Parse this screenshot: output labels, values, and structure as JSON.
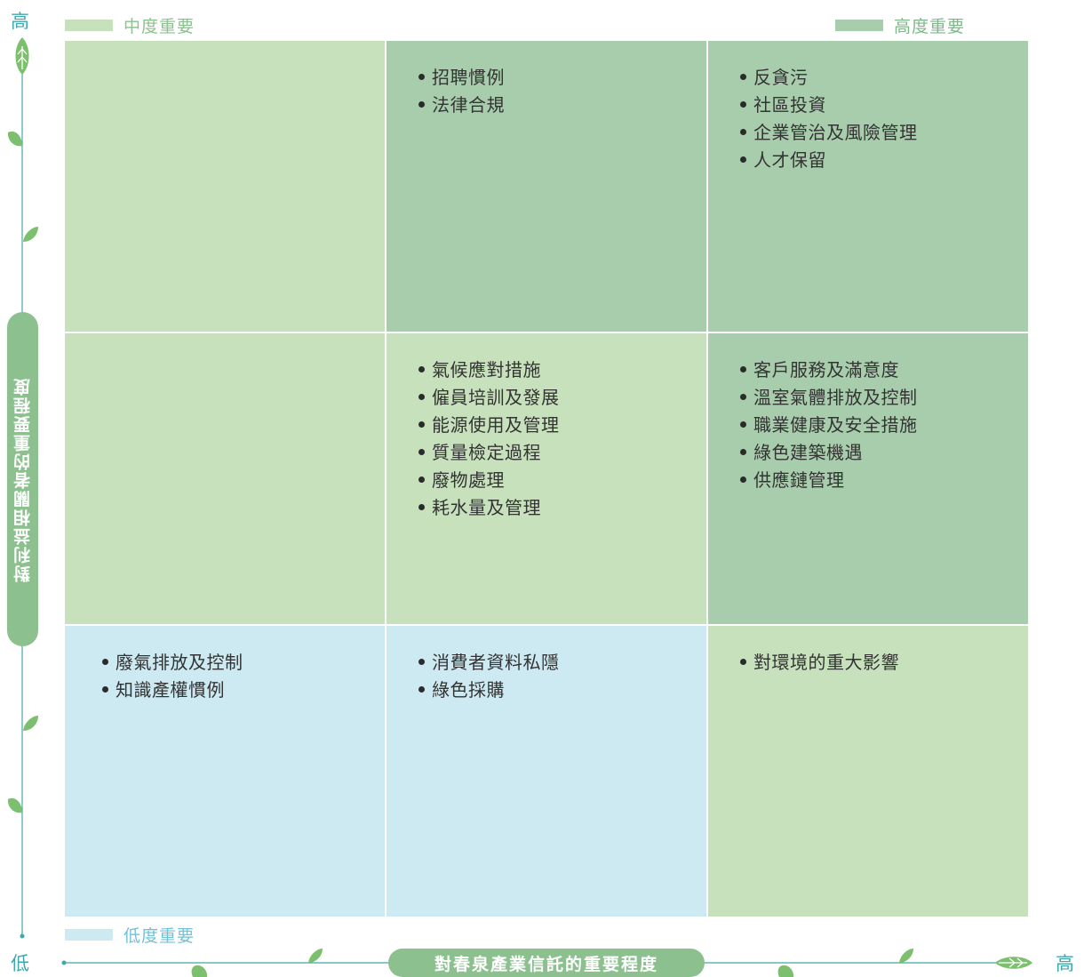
{
  "chart_data": {
    "type": "table",
    "title": "",
    "ylabel": "對利益相關者的重要程度",
    "xlabel": "對春泉產業信託的重要程度",
    "y_axis_high": "高",
    "y_axis_low": "低",
    "x_axis_high": "高",
    "legend": [
      {
        "label": "中度重要",
        "color": "#c8e1bd"
      },
      {
        "label": "高度重要",
        "color": "#a8cdac"
      },
      {
        "label": "低度重要",
        "color": "#cdeaf2"
      }
    ],
    "cells": [
      {
        "row": 0,
        "col": 0,
        "level": "medium",
        "color": "#c8e1bd",
        "items": []
      },
      {
        "row": 0,
        "col": 1,
        "level": "high",
        "color": "#a8cdac",
        "items": [
          "招聘慣例",
          "法律合規"
        ]
      },
      {
        "row": 0,
        "col": 2,
        "level": "high",
        "color": "#a8cdac",
        "items": [
          "反貪污",
          "社區投資",
          "企業管治及風險管理",
          "人才保留"
        ]
      },
      {
        "row": 1,
        "col": 0,
        "level": "medium",
        "color": "#c8e1bd",
        "items": []
      },
      {
        "row": 1,
        "col": 1,
        "level": "medium",
        "color": "#c8e1bd",
        "items": [
          "氣候應對措施",
          "僱員培訓及發展",
          "能源使用及管理",
          "質量檢定過程",
          "廢物處理",
          "耗水量及管理"
        ]
      },
      {
        "row": 1,
        "col": 2,
        "level": "high",
        "color": "#a8cdac",
        "items": [
          "客戶服務及滿意度",
          "溫室氣體排放及控制",
          "職業健康及安全措施",
          "綠色建築機遇",
          "供應鏈管理"
        ]
      },
      {
        "row": 2,
        "col": 0,
        "level": "low",
        "color": "#cdeaf2",
        "items": [
          "廢氣排放及控制",
          "知識產權慣例"
        ]
      },
      {
        "row": 2,
        "col": 1,
        "level": "low",
        "color": "#cdeaf2",
        "items": [
          "消費者資料私隱",
          "綠色採購"
        ]
      },
      {
        "row": 2,
        "col": 2,
        "level": "medium",
        "color": "#c8e1bd",
        "items": [
          "對環境的重大影響"
        ]
      }
    ]
  },
  "colors": {
    "axis": "#3fa8ae",
    "pill": "#8cc08f",
    "leaf": "#7cbf6f",
    "legend_medium_text": "#8cc08f",
    "legend_high_text": "#7fb78a",
    "legend_low_text": "#6fc2d8"
  },
  "icons": [
    "leaf-icon",
    "double-arrow-icon"
  ]
}
